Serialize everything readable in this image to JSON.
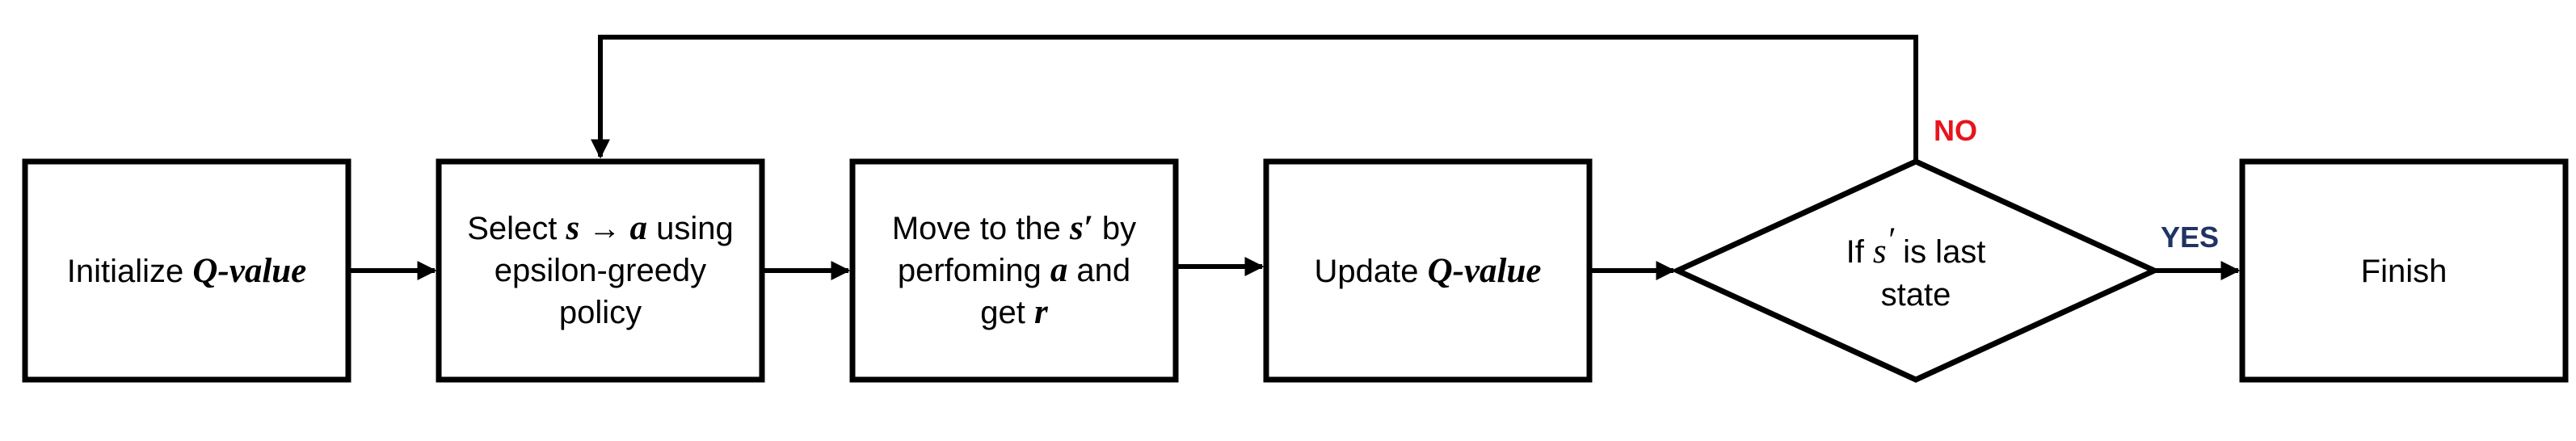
{
  "nodes": {
    "initialize": {
      "text": "Initialize ",
      "math": "Q-value"
    },
    "select": {
      "line1_pre": "Select ",
      "line1_s": "s",
      "line1_arrow": " → ",
      "line1_a": "a",
      "line1_post": " using",
      "line2": "epsilon-greedy",
      "line3": "policy"
    },
    "move": {
      "line1_pre": "Move to the ",
      "line1_s": "s′",
      "line1_post": " by",
      "line2_pre": "perfoming ",
      "line2_a": "a",
      "line2_post": " and",
      "line3_pre": "get ",
      "line3_r": "r"
    },
    "update": {
      "text": "Update ",
      "math": "Q-value"
    },
    "decision": {
      "line1_pre": "If ",
      "line1_s": "s",
      "line1_prime": "′",
      "line1_post": " is last",
      "line2": "state"
    },
    "finish": {
      "text": "Finish"
    }
  },
  "branches": {
    "no": {
      "label": "NO",
      "color": "#e8141c"
    },
    "yes": {
      "label": "YES",
      "color": "#1f3364"
    }
  }
}
